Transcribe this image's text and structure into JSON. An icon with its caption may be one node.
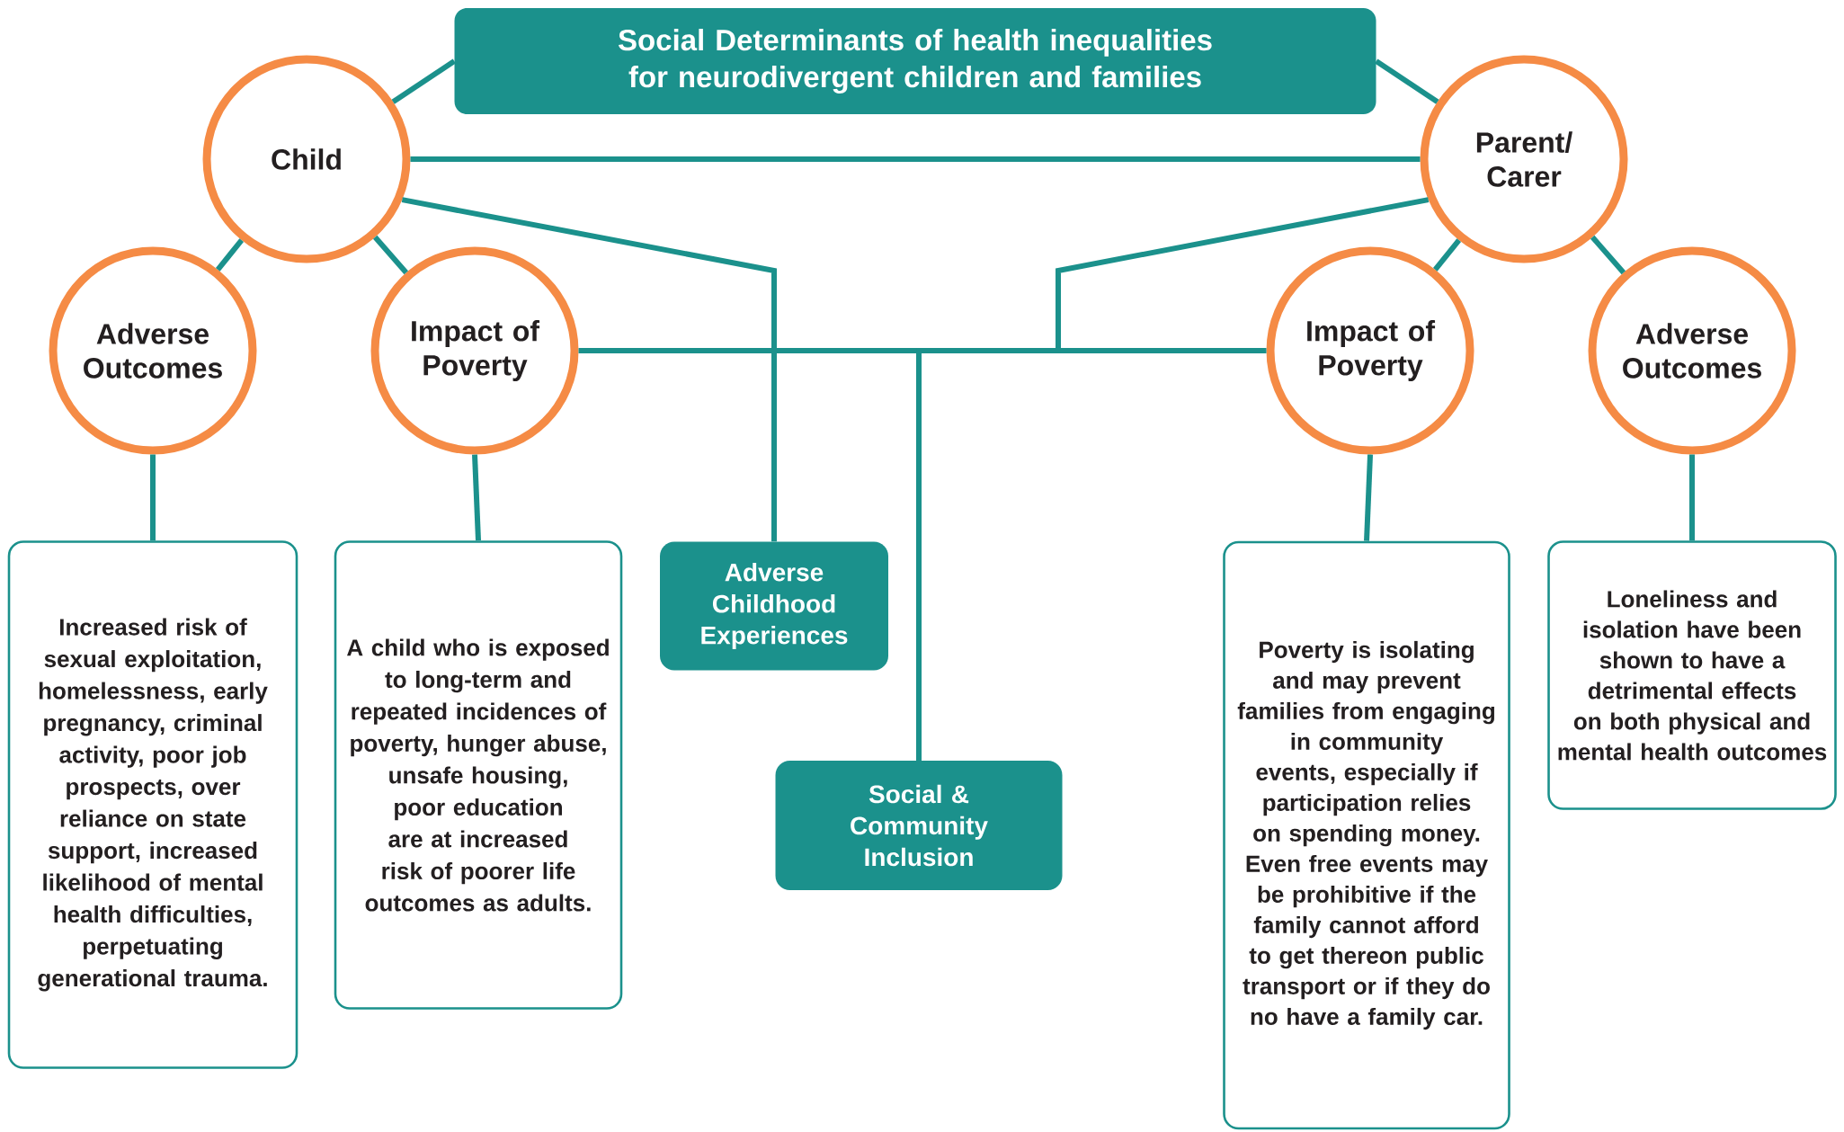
{
  "diagram": {
    "nodes": [
      {
        "text": [
          "Social Determinants of health inequalities for neurodivergent children and families"
        ]
      },
      {
        "text": [
          "Child"
        ]
      },
      {
        "text": [
          "Parent/ Carer"
        ]
      },
      {
        "text": [
          "Adverse Outcomes"
        ]
      },
      {
        "text": [
          "Impact of Poverty"
        ]
      },
      {
        "text": [
          "Impact of Poverty"
        ]
      },
      {
        "text": [
          "Adverse Outcomes"
        ]
      },
      {
        "text": [
          "Increased risk of sexual exploitation, homelessness, early pregnancy, criminal activity, poor job prospects, over reliance on state support, increased likelihood of mental health difficulties, perpetuating generational trauma."
        ]
      },
      {
        "text": [
          "A child who is exposed to long-term and repeated incidences of poverty, hunger abuse, unsafe housing, poor education are at increased risk of poorer life outcomes as adults."
        ]
      },
      {
        "text": [
          "Adverse Childhood Experiences"
        ]
      },
      {
        "text": [
          "Social & Community Inclusion"
        ]
      },
      {
        "text": [
          "Poverty is isolating and may prevent families from engaging in community events, especially if participation relies on spending money. Even free events may be prohibitive if the family cannot afford to get thereon public transport or if they do no have a family car."
        ]
      },
      {
        "text": [
          "Loneliness and isolation have been shown to have a detrimental effects on both physical and mental health outcomes"
        ]
      }
    ],
    "edges": [
      {
        "from": 0,
        "to": 1,
        "arrow": "none"
      },
      {
        "from": 0,
        "to": 2,
        "arrow": "none"
      },
      {
        "from": 1,
        "to": 2,
        "arrow": "none"
      },
      {
        "from": 1,
        "to": 3,
        "arrow": "none"
      },
      {
        "from": 1,
        "to": 4,
        "arrow": "none"
      },
      {
        "from": 2,
        "to": 5,
        "arrow": "none"
      },
      {
        "from": 2,
        "to": 6,
        "arrow": "none"
      },
      {
        "from": 3,
        "to": 7,
        "arrow": "none"
      },
      {
        "from": 4,
        "to": 8,
        "arrow": "none"
      },
      {
        "from": 5,
        "to": 11,
        "arrow": "none"
      },
      {
        "from": 6,
        "to": 12,
        "arrow": "none"
      },
      {
        "from": 1,
        "to": 9,
        "arrow": "none"
      },
      {
        "from": 2,
        "to": 10,
        "arrow": "none"
      },
      {
        "from": 4,
        "to": 10,
        "arrow": "none"
      },
      {
        "from": 5,
        "to": 10,
        "arrow": "none"
      }
    ]
  }
}
